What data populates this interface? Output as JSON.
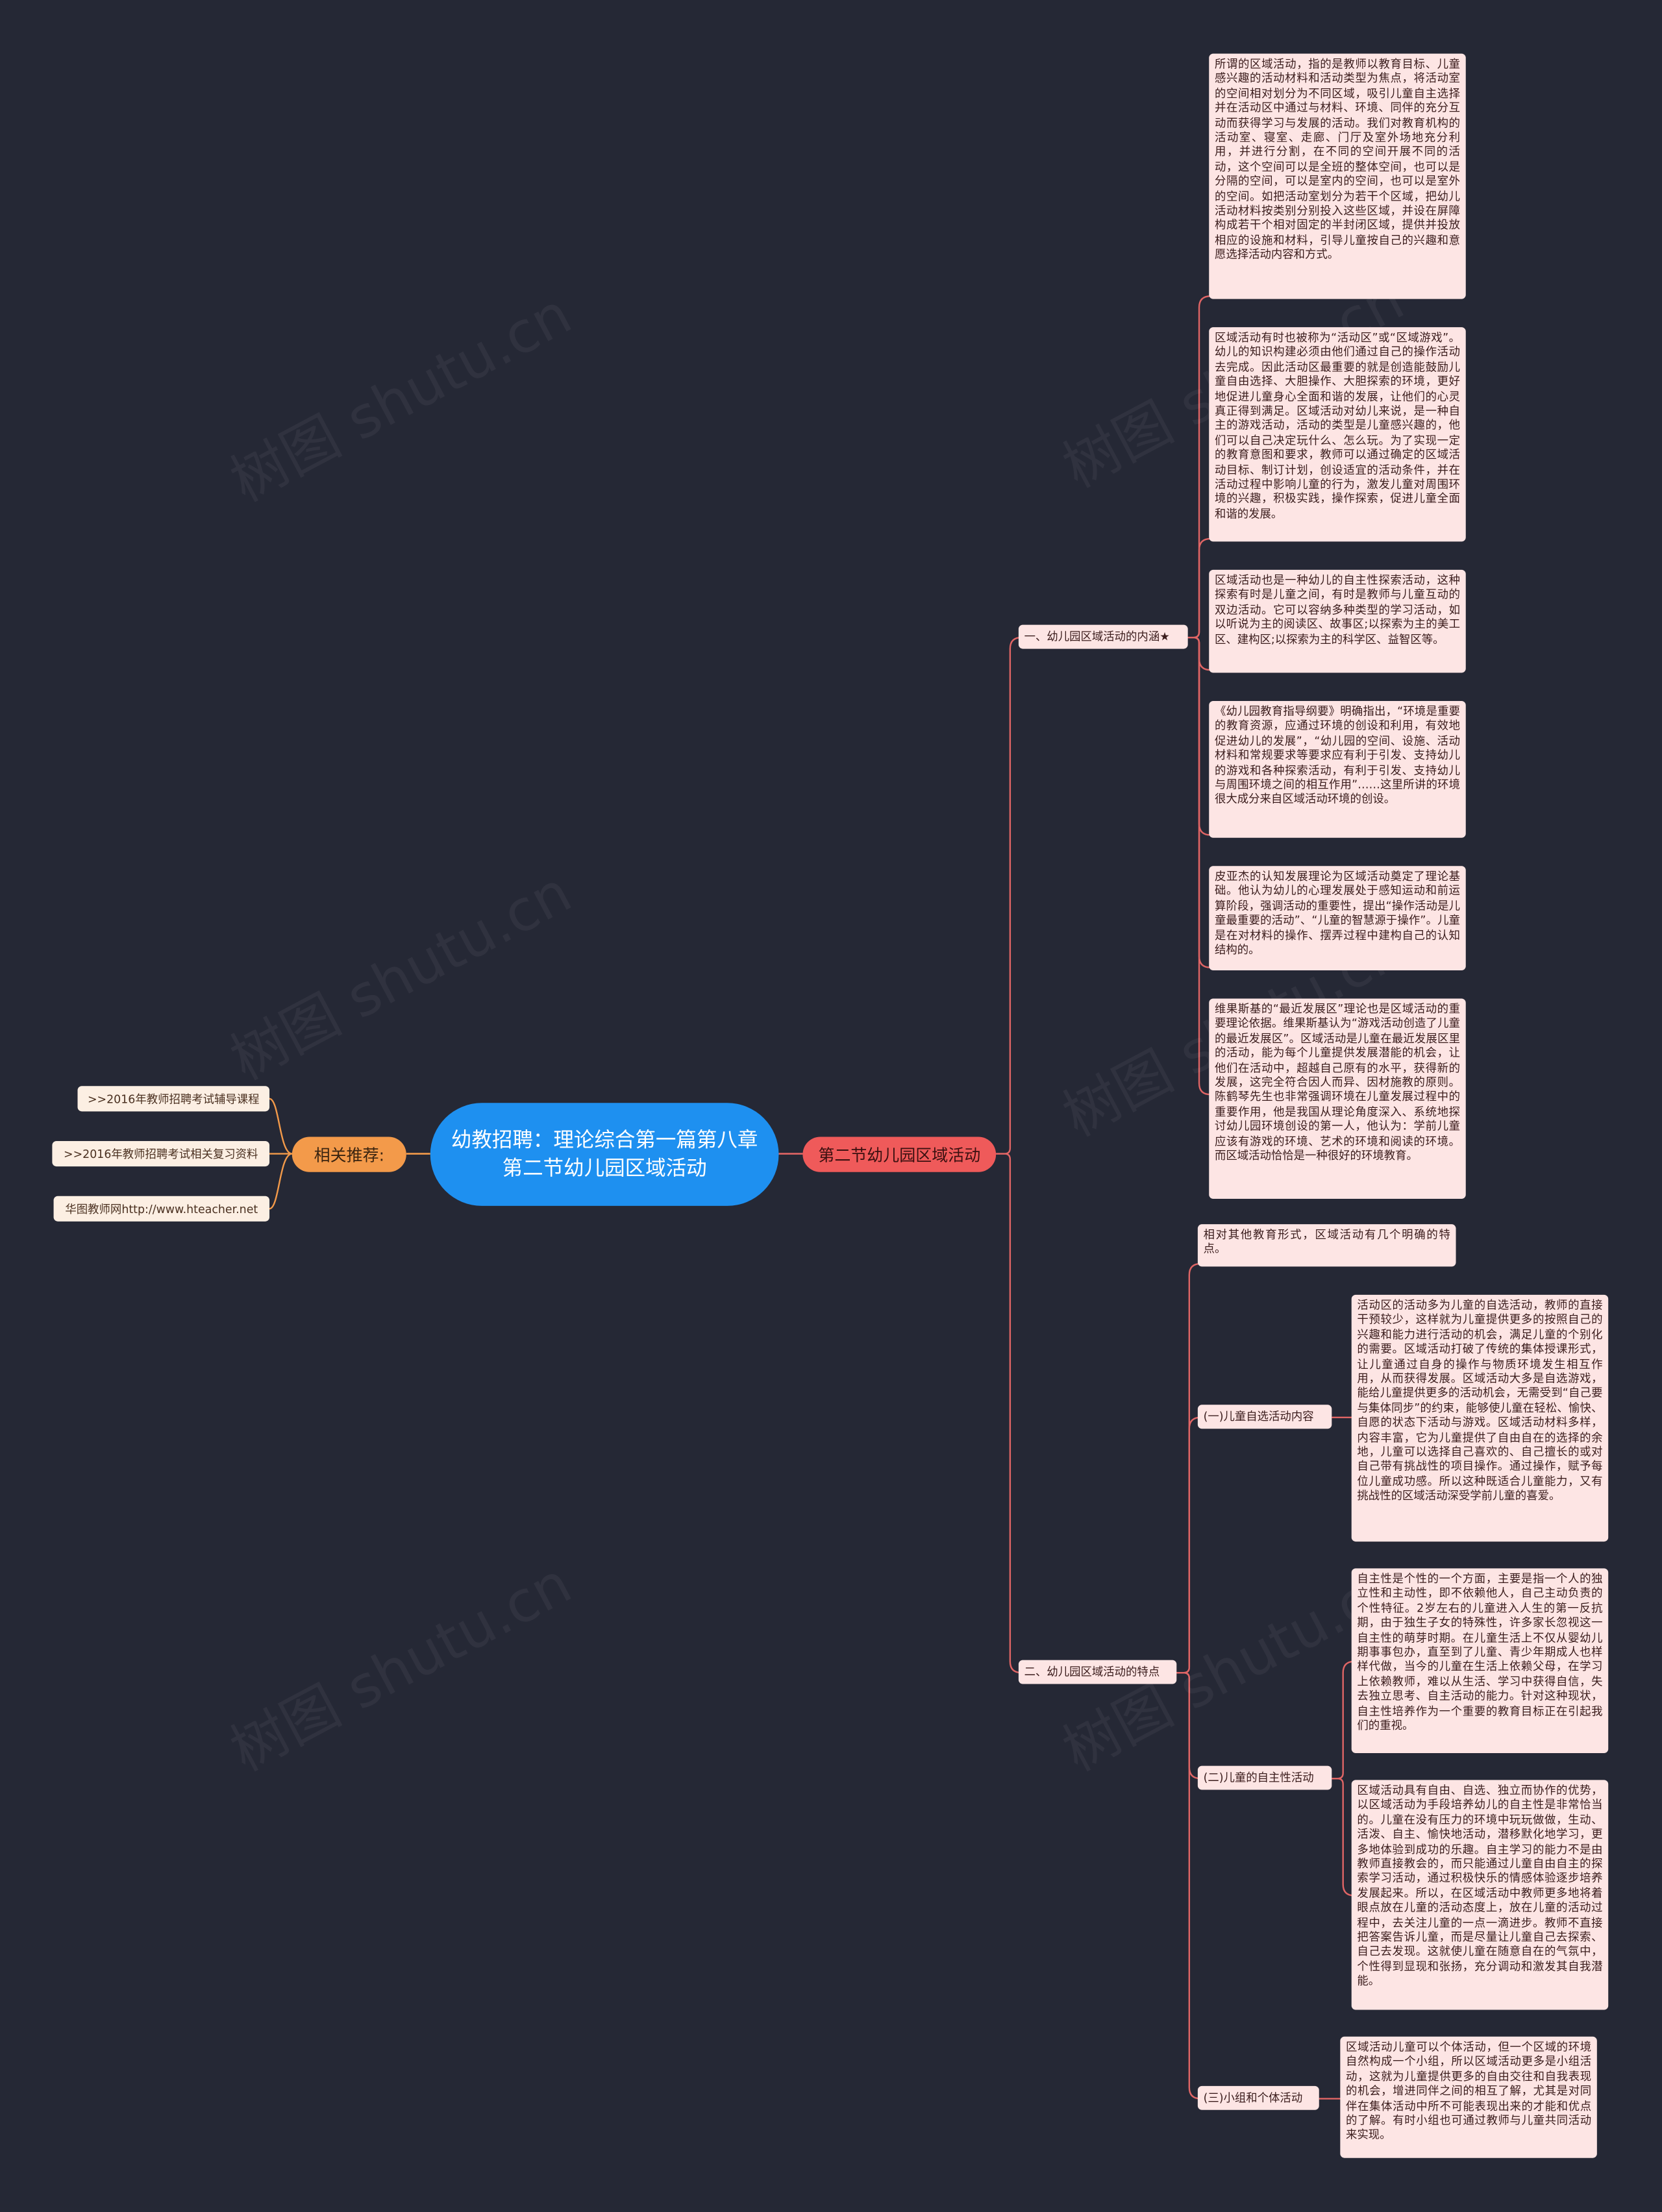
{
  "root": {
    "title": "幼教招聘：理论综合第一篇第八章第二节幼儿园区域活动"
  },
  "section": {
    "label": "第二节幼儿园区域活动"
  },
  "related": {
    "label": "相关推荐:",
    "links": [
      ">>2016年教师招聘考试辅导课程",
      ">>2016年教师招聘考试相关复习资料",
      "华图教师网http://www.hteacher.net"
    ]
  },
  "branch1": {
    "label": "一、幼儿园区域活动的内涵★",
    "items": [
      "所谓的区域活动，指的是教师以教育目标、儿童感兴趣的活动材料和活动类型为焦点，将活动室的空间相对划分为不同区域，吸引儿童自主选择并在活动区中通过与材料、环境、同伴的充分互动而获得学习与发展的活动。我们对教育机构的活动室、寝室、走廊、门厅及室外场地充分利用，并进行分割，在不同的空间开展不同的活动，这个空间可以是全班的整体空间，也可以是分隔的空间，可以是室内的空间，也可以是室外的空间。如把活动室划分为若干个区域，把幼儿活动材料按类别分别投入这些区域，并设在屏障构成若干个相对固定的半封闭区域，提供并投放相应的设施和材料，引导儿童按自己的兴趣和意愿选择活动内容和方式。",
      "区域活动有时也被称为“活动区”或“区域游戏”。幼儿的知识构建必须由他们通过自己的操作活动去完成。因此活动区最重要的就是创造能鼓励儿童自由选择、大胆操作、大胆探索的环境，更好地促进儿童身心全面和谐的发展，让他们的心灵真正得到满足。区域活动对幼儿来说，是一种自主的游戏活动，活动的类型是儿童感兴趣的，他们可以自己决定玩什么、怎么玩。为了实现一定的教育意图和要求，教师可以通过确定的区域活动目标、制订计划，创设适宜的活动条件，并在活动过程中影响儿童的行为，激发儿童对周围环境的兴趣，积极实践，操作探索，促进儿童全面和谐的发展。",
      "区域活动也是一种幼儿的自主性探索活动，这种探索有时是儿童之间，有时是教师与儿童互动的双边活动。它可以容纳多种类型的学习活动，如以听说为主的阅读区、故事区;以探索为主的美工区、建构区;以探索为主的科学区、益智区等。",
      "《幼儿园教育指导纲要》明确指出，“环境是重要的教育资源，应通过环境的创设和利用，有效地促进幼儿的发展”，“幼儿园的空间、设施、活动材料和常规要求等要求应有利于引发、支持幼儿的游戏和各种探索活动，有利于引发、支持幼儿与周围环境之间的相互作用”……这里所讲的环境很大成分来自区域活动环境的创设。",
      "皮亚杰的认知发展理论为区域活动奠定了理论基础。他认为幼儿的心理发展处于感知运动和前运算阶段，强调活动的重要性，提出“操作活动是儿童最重要的活动”、“儿童的智慧源于操作”。儿童是在对材料的操作、摆弄过程中建构自己的认知结构的。",
      "维果斯基的“最近发展区”理论也是区域活动的重要理论依据。维果斯基认为“游戏活动创造了儿童的最近发展区”。区域活动是儿童在最近发展区里的活动，能为每个儿童提供发展潜能的机会，让他们在活动中，超越自己原有的水平，获得新的发展，这完全符合因人而异、因材施教的原则。陈鹤琴先生也非常强调环境在儿童发展过程中的重要作用，他是我国从理论角度深入、系统地探讨幼儿园环境创设的第一人，他认为：学前儿童应该有游戏的环境、艺术的环境和阅读的环境。而区域活动恰恰是一种很好的环境教育。"
    ]
  },
  "branch2": {
    "label": "二、幼儿园区域活动的特点",
    "intro": "相对其他教育形式，区域活动有几个明确的特点。",
    "subs": [
      {
        "label": "(一)儿童自选活动内容",
        "items": [
          "活动区的活动多为儿童的自选活动，教师的直接干预较少，这样就为儿童提供更多的按照自己的兴趣和能力进行活动的机会，满足儿童的个别化的需要。区域活动打破了传统的集体授课形式，让儿童通过自身的操作与物质环境发生相互作用，从而获得发展。区域活动大多是自选游戏，能给儿童提供更多的活动机会，无需受到“自己要与集体同步”的约束，能够使儿童在轻松、愉快、自愿的状态下活动与游戏。区域活动材料多样，内容丰富，它为儿童提供了自由自在的选择的余地，儿童可以选择自己喜欢的、自己擅长的或对自己带有挑战性的项目操作。通过操作，赋予每位儿童成功感。所以这种既适合儿童能力，又有挑战性的区域活动深受学前儿童的喜爱。"
        ]
      },
      {
        "label": "(二)儿童的自主性活动",
        "items": [
          "自主性是个性的一个方面，主要是指一个人的独立性和主动性，即不依赖他人，自己主动负责的个性特征。2岁左右的儿童进入人生的第一反抗期，由于独生子女的特殊性，许多家长忽视这一自主性的萌芽时期。在儿童生活上不仅从婴幼儿期事事包办，直至到了儿童、青少年期成人也样样代做，当今的儿童在生活上依赖父母，在学习上依赖教师，难以从生活、学习中获得自信，失去独立思考、自主活动的能力。针对这种现状，自主性培养作为一个重要的教育目标正在引起我们的重视。",
          "区域活动具有自由、自选、独立而协作的优势，以区域活动为手段培养幼儿的自主性是非常恰当的。儿童在没有压力的环境中玩玩做做，生动、活泼、自主、愉快地活动，潜移默化地学习，更多地体验到成功的乐趣。自主学习的能力不是由教师直接教会的，而只能通过儿童自由自主的探索学习活动，通过积极快乐的情感体验逐步培养发展起来。所以，在区域活动中教师更多地将着眼点放在儿童的活动态度上，放在儿童的活动过程中，去关注儿童的一点一滴进步。教师不直接把答案告诉儿童，而是尽量让儿童自己去探索、自己去发现。这就使儿童在随意自在的气氛中，个性得到显现和张扬，充分调动和激发其自我潜能。"
        ]
      },
      {
        "label": "(三)小组和个体活动",
        "items": [
          "区域活动儿童可以个体活动，但一个区域的环境自然构成一个小组，所以区域活动更多是小组活动，这就为儿童提供更多的自由交往和自我表现的机会，增进同伴之间的相互了解，尤其是对同伴在集体活动中所不可能表现出来的才能和优点的了解。有时小组也可通过教师与儿童共同活动来实现。"
        ]
      }
    ]
  },
  "watermark": "树图 shutu.cn",
  "colors": {
    "background": "#252835",
    "root": "#1e90f0",
    "section": "#ef5a5a",
    "related": "#f39a4a",
    "leaf": "#fde5e4",
    "link": "#fcefe3",
    "wire": "#e06565",
    "wire_related": "#f39a4a"
  }
}
